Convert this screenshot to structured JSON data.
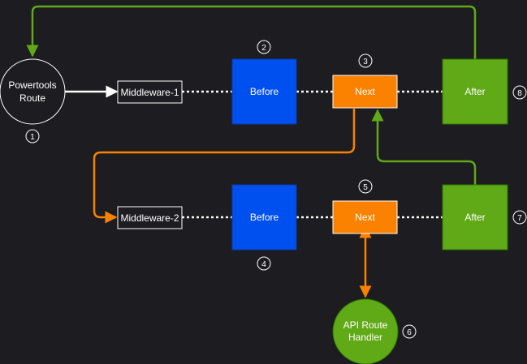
{
  "diagram": {
    "nodes": {
      "powertools_route": {
        "line1": "Powertools",
        "line2": "Route"
      },
      "middleware_1": "Middleware-1",
      "middleware_2": "Middleware-2",
      "before_1": "Before",
      "before_2": "Before",
      "next_1": "Next",
      "next_2": "Next",
      "after_1": "After",
      "after_2": "After",
      "handler": {
        "line1": "API Route",
        "line2": "Handler"
      }
    },
    "steps": [
      "1",
      "2",
      "3",
      "4",
      "5",
      "6",
      "7",
      "8"
    ]
  },
  "colors": {
    "background": "#1c1c21",
    "before": "#0050ef",
    "next": "#fa8200",
    "after": "#60a917",
    "handler": "#60a917",
    "route_border": "#ffffff",
    "flow_out": "#60a917",
    "flow_in": "#fa8200"
  }
}
